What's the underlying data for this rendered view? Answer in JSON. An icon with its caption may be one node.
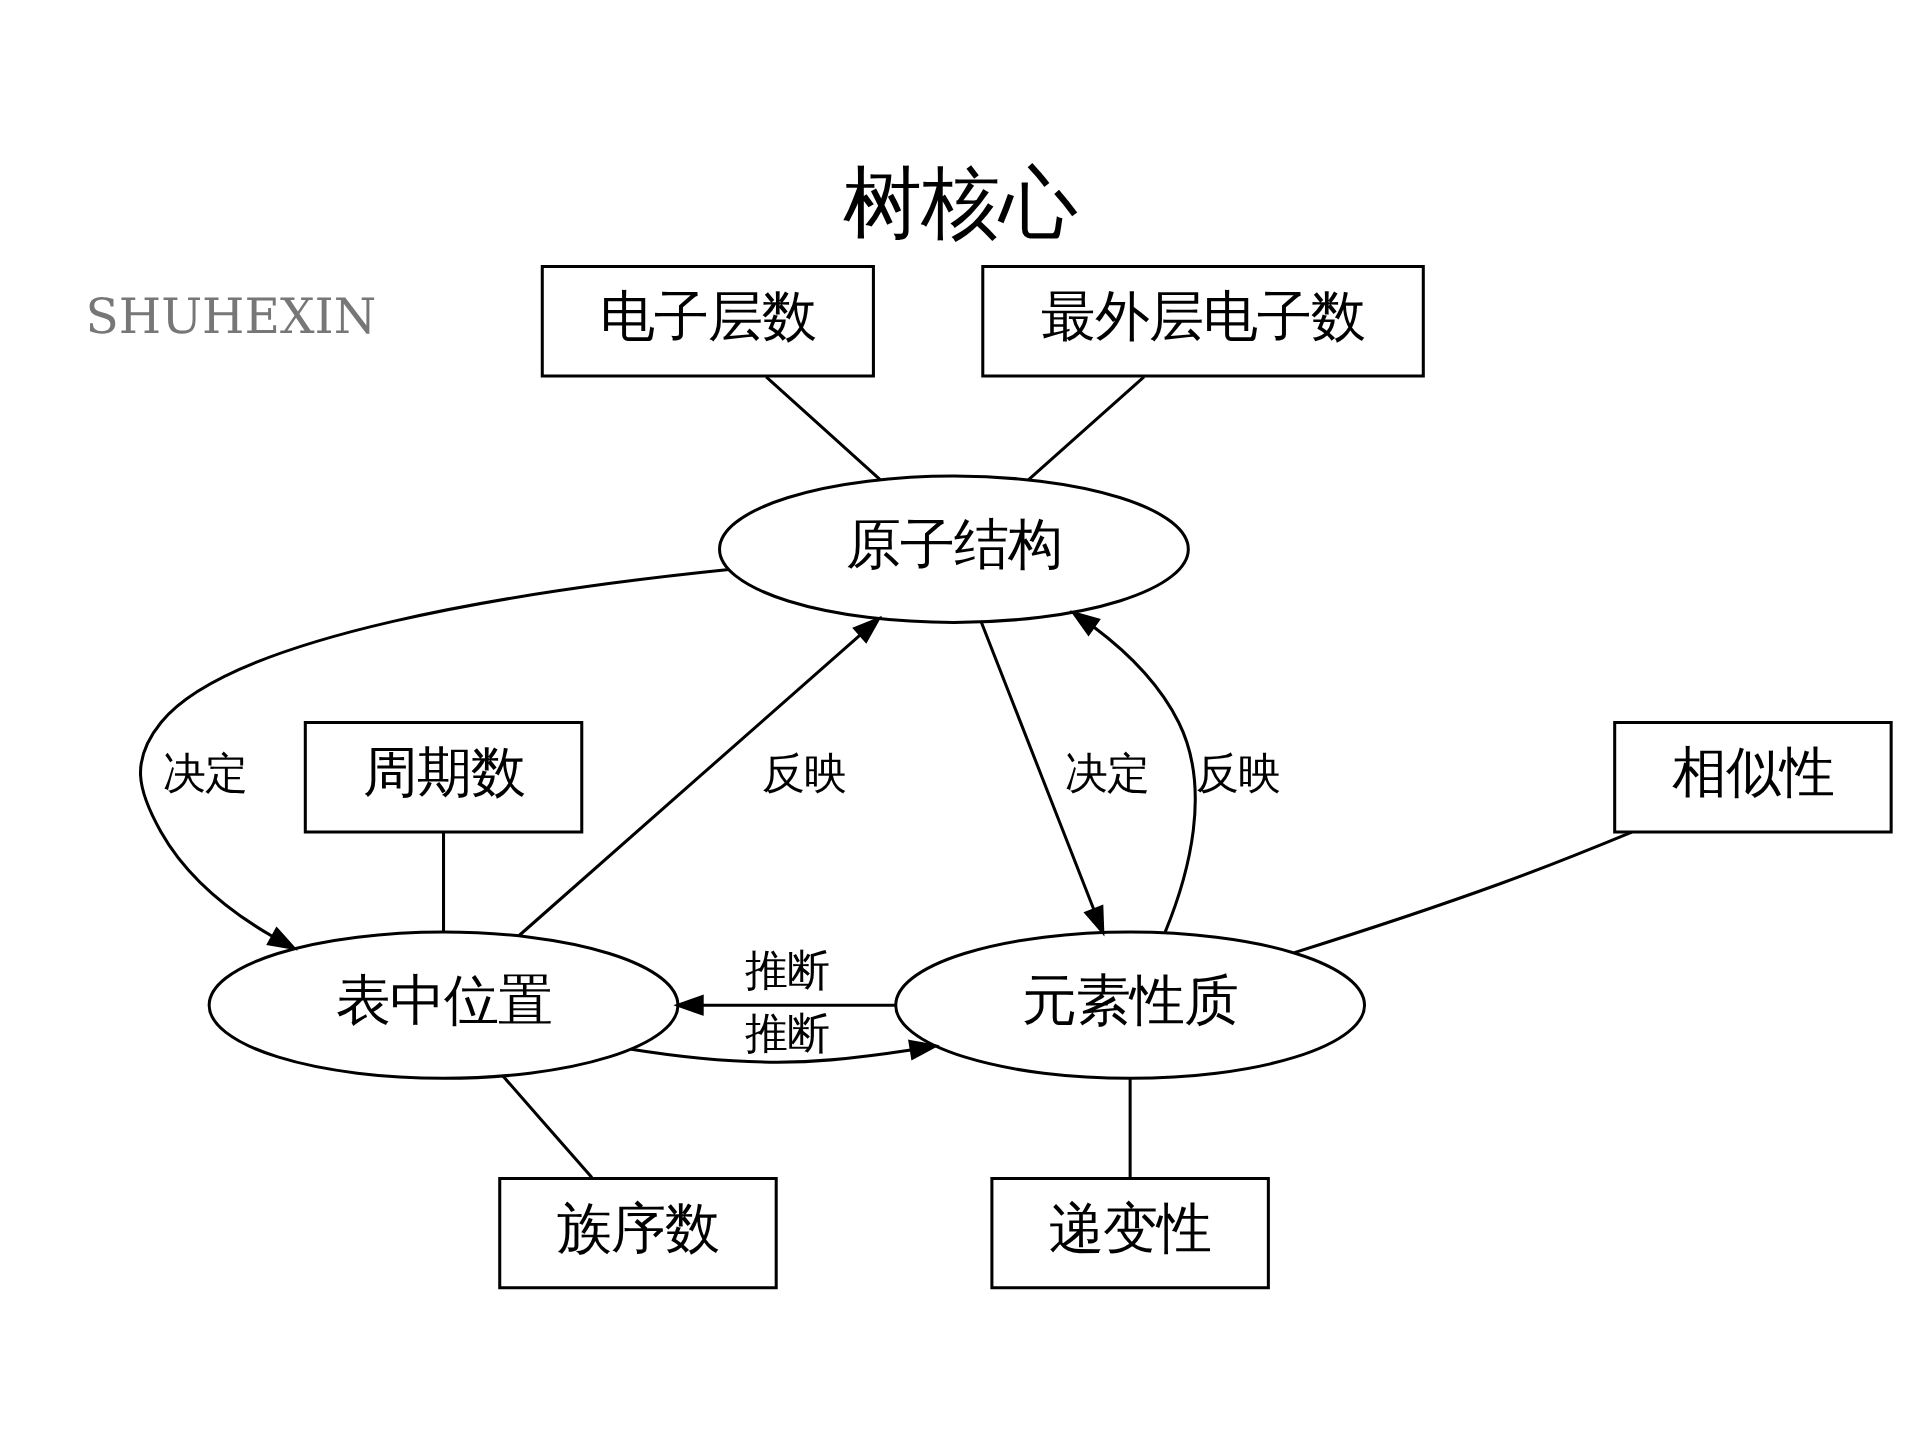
{
  "diagram": {
    "title": "树核心",
    "nodes": [
      {
        "text": [
          "电子层数"
        ]
      },
      {
        "text": [
          "最外层电子数"
        ]
      },
      {
        "text": [
          "原子结构"
        ]
      },
      {
        "text": [
          "周期数"
        ]
      },
      {
        "text": [
          "表中位置"
        ]
      },
      {
        "text": [
          "元素性质"
        ]
      },
      {
        "text": [
          "相似性"
        ]
      },
      {
        "text": [
          "族序数"
        ]
      },
      {
        "text": [
          "递变性"
        ]
      }
    ],
    "edges": [
      {
        "from": 0,
        "to": 2,
        "arrow": "none"
      },
      {
        "from": 1,
        "to": 2,
        "arrow": "none"
      },
      {
        "from": 2,
        "to": 4,
        "arrow": "to",
        "label": "决定"
      },
      {
        "from": 4,
        "to": 2,
        "arrow": "to",
        "label": "反映"
      },
      {
        "from": 2,
        "to": 5,
        "arrow": "to",
        "label": "决定"
      },
      {
        "from": 5,
        "to": 2,
        "arrow": "to",
        "label": "反映"
      },
      {
        "from": 5,
        "to": 4,
        "arrow": "to",
        "label": "推断"
      },
      {
        "from": 4,
        "to": 5,
        "arrow": "to",
        "label": "推断"
      },
      {
        "from": 3,
        "to": 4,
        "arrow": "none"
      },
      {
        "from": 7,
        "to": 4,
        "arrow": "none"
      },
      {
        "from": 5,
        "to": 6,
        "arrow": "none"
      },
      {
        "from": 5,
        "to": 8,
        "arrow": "none"
      }
    ],
    "labels": [
      "SHUHEXIN"
    ]
  }
}
